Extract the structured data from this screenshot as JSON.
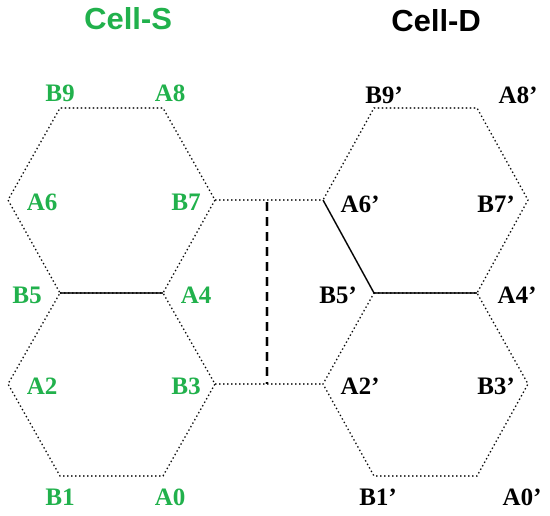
{
  "colors": {
    "cell_s": "#21b14c",
    "cell_d": "#000000",
    "lines": "#000000"
  },
  "cell_s": {
    "title": "Cell-S",
    "labels": {
      "b9": "B9",
      "a8": "A8",
      "a6": "A6",
      "b7": "B7",
      "b5": "B5",
      "a4": "A4",
      "a2": "A2",
      "b3": "B3",
      "b1": "B1",
      "a0": "A0"
    }
  },
  "cell_d": {
    "title": "Cell-D",
    "labels": {
      "b9": "B9’",
      "a8": "A8’",
      "a6": "A6’",
      "b7": "B7’",
      "b5": "B5’",
      "a4": "A4’",
      "a2": "A2’",
      "b3": "B3’",
      "b1": "B1’",
      "a0": "A0’"
    }
  }
}
